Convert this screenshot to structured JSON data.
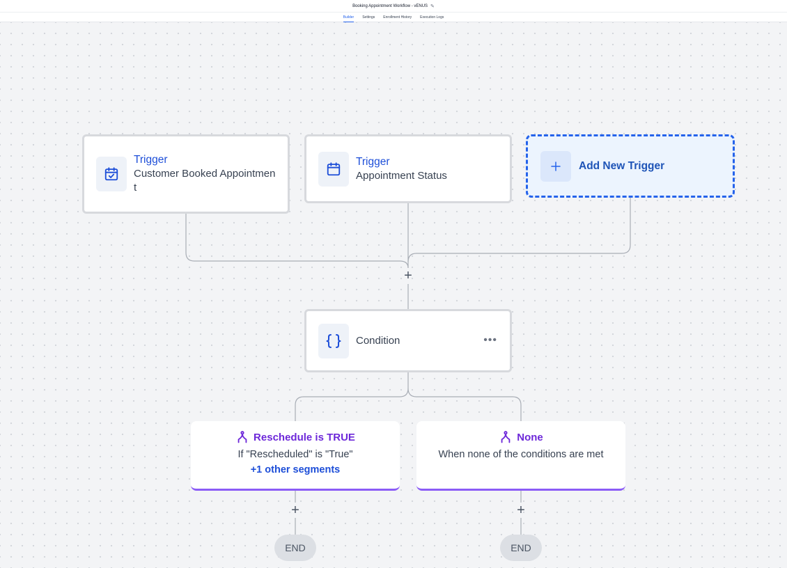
{
  "header": {
    "title": "Booking Appointment Workflow - vENUS",
    "tabs": [
      "Builder",
      "Settings",
      "Enrollment History",
      "Execution Logs"
    ],
    "active_tab": "Builder"
  },
  "triggers": [
    {
      "type": "Trigger",
      "name": "Customer Booked Appointment",
      "icon": "calendar-check-icon"
    },
    {
      "type": "Trigger",
      "name": "Appointment Status",
      "icon": "calendar-icon"
    }
  ],
  "add_trigger": {
    "label": "Add New Trigger",
    "icon": "plus-icon"
  },
  "condition": {
    "label": "Condition",
    "icon": "braces-icon",
    "menu_icon": "more-horizontal-icon"
  },
  "branches": [
    {
      "title": "Reschedule is TRUE",
      "description": "If \"Rescheduled\" is \"True\"",
      "link": "+1 other segments",
      "icon": "split-icon"
    },
    {
      "title": "None",
      "description": "When none of the conditions are met",
      "icon": "split-icon"
    }
  ],
  "end_label": "END",
  "plus_symbol": "+",
  "colors": {
    "accent": "#2563eb",
    "trigger_text": "#1d4ed8",
    "branch_purple": "#6d28d9",
    "branch_underline": "#8b5cf6",
    "canvas": "#f3f4f6"
  }
}
